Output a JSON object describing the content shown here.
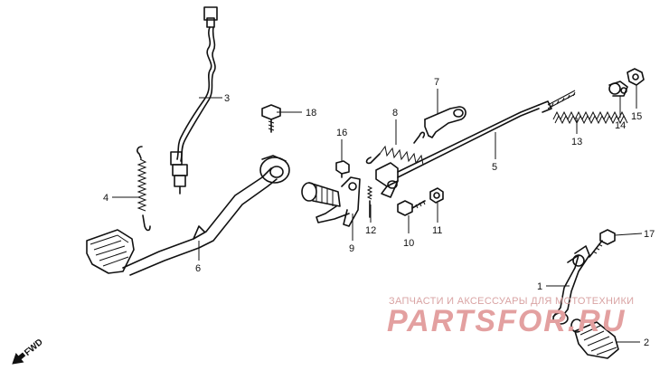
{
  "callouts": {
    "p1": "1",
    "p2": "2",
    "p3": "3",
    "p4": "4",
    "p5": "5",
    "p6": "6",
    "p7": "7",
    "p8": "8",
    "p9": "9",
    "p10": "10",
    "p11": "11",
    "p12": "12",
    "p13": "13",
    "p14": "14",
    "p15": "15",
    "p16": "16",
    "p17": "17",
    "p18": "18"
  },
  "watermark": {
    "line1": "ЗАПЧАСТИ И АКСЕССУАРЫ ДЛЯ МОТОТЕХНИКИ",
    "line2": "PARTSFOR.RU"
  },
  "direction_label": "FWD",
  "colors": {
    "ink": "#111111",
    "watermark": "#e3a0a0"
  }
}
